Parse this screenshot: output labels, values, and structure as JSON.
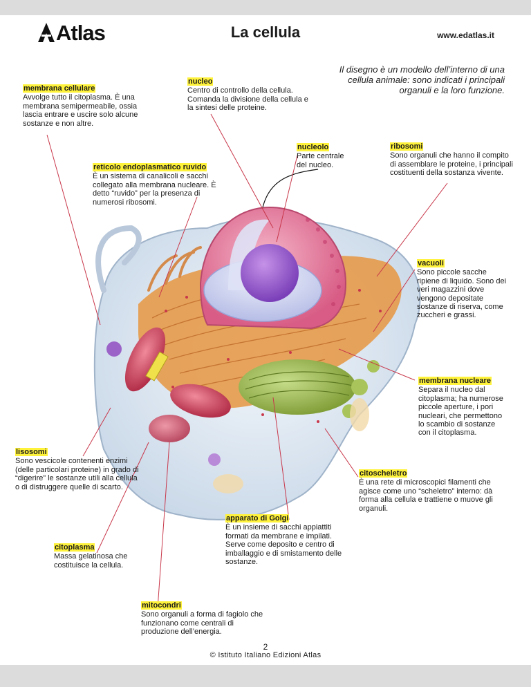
{
  "header": {
    "logo": "Atlas",
    "title": "La cellula",
    "website": "www.edatlas.it"
  },
  "intro": "Il disegno è un modello dell’interno di una cellula animale: sono indicati i principali organuli e la loro funzione.",
  "labels": {
    "membrana_cellulare": {
      "title": "membrana cellulare",
      "desc": "Avvolge tutto il citoplasma. È una membrana semipermeabile, ossia lascia entrare e uscire solo alcune sostanze e non altre."
    },
    "nucleo": {
      "title": "nucleo",
      "desc": "Centro di controllo della cellula. Comanda la divisione della cellula e la sintesi delle proteine."
    },
    "nucleolo": {
      "title": "nucleolo",
      "desc": "Parte centrale del nucleo."
    },
    "ribosomi": {
      "title": "ribosomi",
      "desc": "Sono organuli che hanno il compito di assemblare le proteine, i principali costituenti della sostanza vivente."
    },
    "reticolo": {
      "title": "reticolo endoplasmatico ruvido",
      "desc": "È un sistema di canalicoli e sacchi collegato alla membrana nucleare. È detto “ruvido” per la presenza di numerosi ribosomi."
    },
    "vacuoli": {
      "title": "vacuoli",
      "desc": "Sono piccole sacche ripiene di liquido. Sono dei veri magazzini dove vengono depositate sostanze di riserva, come zuccheri e grassi."
    },
    "membrana_nucleare": {
      "title": "membrana nucleare",
      "desc": "Separa il nucleo dal citoplasma; ha numerose piccole aperture, i pori nucleari, che permettono lo scambio di sostanze con il citoplasma."
    },
    "lisosomi": {
      "title": "lisosomi",
      "desc": "Sono vescicole contenenti enzimi (delle particolari proteine) in grado di “digerire” le sostanze utili alla cellula o di distruggere quelle di scarto."
    },
    "citoscheletro": {
      "title": "citoscheletro",
      "desc": "È una rete di microscopici filamenti che agisce come uno “scheletro” interno: dà forma alla cellula e trattiene o muove gli organuli."
    },
    "apparato_golgi": {
      "title": "apparato di Golgi",
      "desc": "È un insieme di sacchi appiattiti formati da membrane e impilati. Serve come deposito e centro di imballaggio e di smistamento delle sostanze."
    },
    "citoplasma": {
      "title": "citoplasma",
      "desc": "Massa gelatinosa che costituisce la cellula."
    },
    "mitocondri": {
      "title": "mitocondri",
      "desc": "Sono organuli a forma di fagiolo che funzionano come centrali di produzione dell’energia."
    }
  },
  "footer": {
    "page_number": "2",
    "copyright": "© Istituto Italiano Edizioni Atlas"
  },
  "colors": {
    "highlight": "#fff23a",
    "leader_line": "#c8374a",
    "band": "#dcdcdc"
  }
}
